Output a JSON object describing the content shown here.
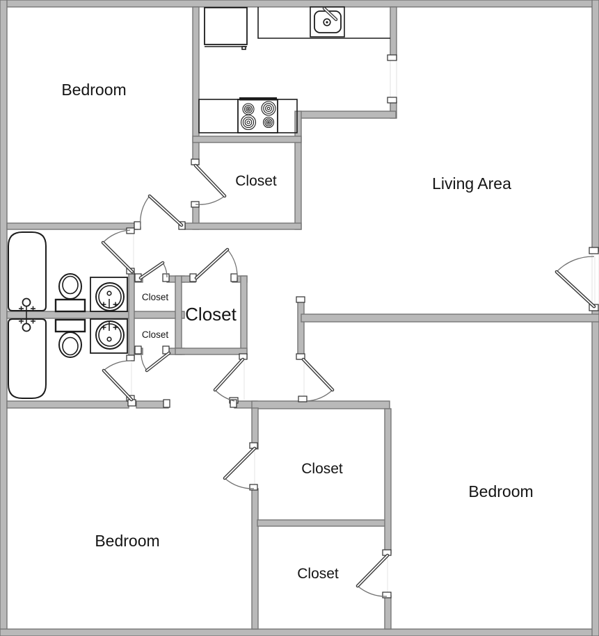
{
  "floor_plan": {
    "rooms": {
      "bedroom_top_left": {
        "label": "Bedroom"
      },
      "kitchen_closet": {
        "label": "Closet"
      },
      "living_area": {
        "label": "Living Area"
      },
      "hall_closet_small_top": {
        "label": "Closet"
      },
      "hall_closet_small_bottom": {
        "label": "Closet"
      },
      "hall_closet_large": {
        "label": "Closet"
      },
      "bedroom_bottom_left": {
        "label": "Bedroom"
      },
      "bedroom_closet_upper": {
        "label": "Closet"
      },
      "bedroom_closet_lower": {
        "label": "Closet"
      },
      "bedroom_bottom_right": {
        "label": "Bedroom"
      }
    },
    "fixtures": [
      "bathtub",
      "bathtub",
      "toilet",
      "toilet",
      "vanity-sink",
      "vanity-sink",
      "refrigerator",
      "kitchen-counter",
      "kitchen-sink",
      "stove-cooktop"
    ],
    "colors": {
      "wall_fill": "#b9b9b9",
      "wall_edge": "#767676",
      "outline": "#1c1c1c",
      "floor": "#ffffff",
      "door_arc": "#707070"
    }
  }
}
